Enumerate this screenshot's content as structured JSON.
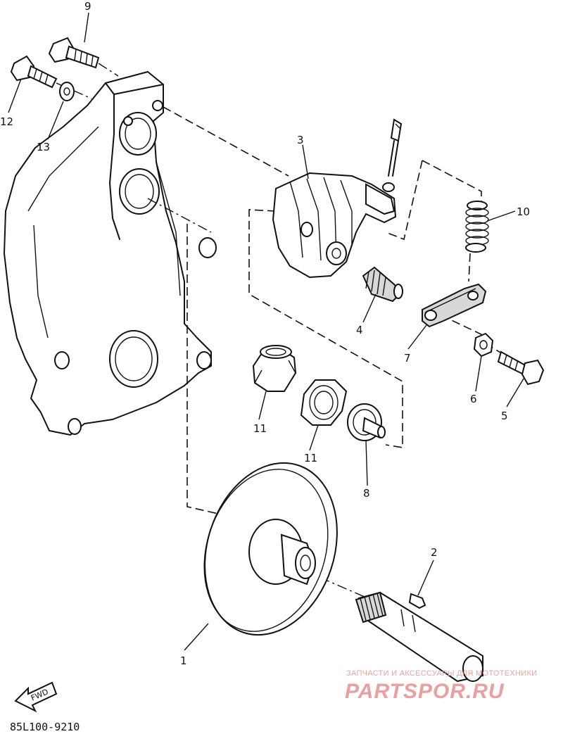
{
  "diagram": {
    "part_labels": [
      {
        "id": "p9",
        "text": "9"
      },
      {
        "id": "p12",
        "text": "12"
      },
      {
        "id": "p13",
        "text": "13"
      },
      {
        "id": "p3",
        "text": "3"
      },
      {
        "id": "p10",
        "text": "10"
      },
      {
        "id": "p4",
        "text": "4"
      },
      {
        "id": "p7",
        "text": "7"
      },
      {
        "id": "p6",
        "text": "6"
      },
      {
        "id": "p5",
        "text": "5"
      },
      {
        "id": "p11a",
        "text": "11"
      },
      {
        "id": "p11b",
        "text": "11"
      },
      {
        "id": "p8",
        "text": "8"
      },
      {
        "id": "p2",
        "text": "2"
      },
      {
        "id": "p1",
        "text": "1"
      }
    ],
    "fwd_label": "FWD",
    "drawing_code": "85L100-9210"
  },
  "watermark": {
    "tagline": "ЗАПЧАСТИ И АКСЕССУАРЫ ДЛЯ МОТОТЕХНИКИ",
    "brand": "PARTSPOR.RU",
    "color": "#e8a0a0"
  }
}
